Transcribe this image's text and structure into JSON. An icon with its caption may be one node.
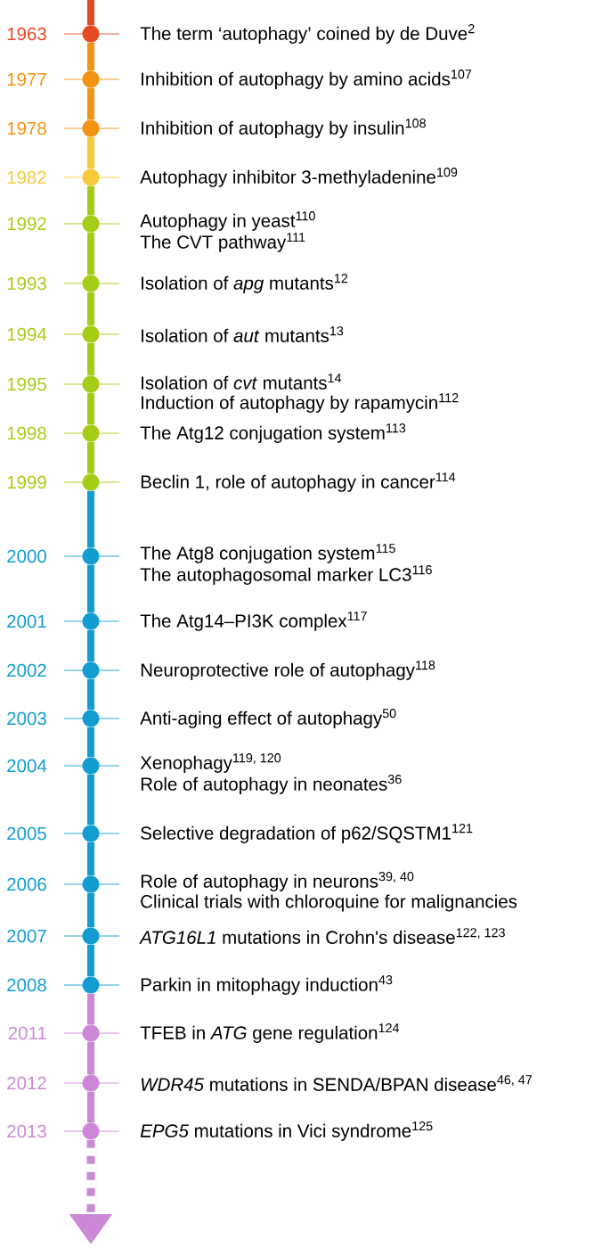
{
  "diagram": {
    "nodes": [
      {
        "text": [],
        "shape": "circle",
        "beside": [
          "1963",
          "The term ‘autophagy’ coined by de Duve$^{2}$"
        ]
      },
      {
        "text": [],
        "shape": "circle",
        "beside": [
          "1977",
          "Inhibition of autophagy by amino acids$^{107}$"
        ]
      },
      {
        "text": [],
        "shape": "circle",
        "beside": [
          "1978",
          "Inhibition of autophagy by insulin$^{108}$"
        ]
      },
      {
        "text": [],
        "shape": "circle",
        "beside": [
          "1982",
          "Autophagy inhibitor 3-methyladenine$^{109}$"
        ]
      },
      {
        "text": [],
        "shape": "circle",
        "beside": [
          "1992",
          "Autophagy in yeast$^{110}$",
          "The CVT pathway$^{111}$"
        ]
      },
      {
        "text": [],
        "shape": "circle",
        "beside": [
          "1993",
          "Isolation of *apg* mutants$^{12}$"
        ]
      },
      {
        "text": [],
        "shape": "circle",
        "beside": [
          "1994",
          "Isolation of *aut* mutants$^{13}$"
        ]
      },
      {
        "text": [],
        "shape": "circle",
        "beside": [
          "1995",
          "Isolation of *cvt* mutants$^{14}$",
          "Induction of autophagy by rapamycin$^{112}$"
        ]
      },
      {
        "text": [],
        "shape": "circle",
        "beside": [
          "1998",
          "The Atg12 conjugation system$^{113}$"
        ]
      },
      {
        "text": [],
        "shape": "circle",
        "beside": [
          "1999",
          "Beclin 1, role of autophagy in cancer$^{114}$"
        ]
      },
      {
        "text": [],
        "shape": "circle",
        "beside": [
          "2000",
          "The Atg8 conjugation system$^{115}$",
          "The autophagosomal marker LC3$^{116}$"
        ]
      },
      {
        "text": [],
        "shape": "circle",
        "beside": [
          "2001",
          "The Atg14–PI3K complex$^{117}$"
        ]
      },
      {
        "text": [],
        "shape": "circle",
        "beside": [
          "2002",
          "Neuroprotective role of autophagy$^{118}$"
        ]
      },
      {
        "text": [],
        "shape": "circle",
        "beside": [
          "2003",
          "Anti-aging effect of autophagy$^{50}$"
        ]
      },
      {
        "text": [],
        "shape": "circle",
        "beside": [
          "2004",
          "Xenophagy$^{119, 120}$",
          "Role of autophagy in neonates$^{36}$"
        ]
      },
      {
        "text": [],
        "shape": "circle",
        "beside": [
          "2005",
          "Selective degradation of p62/SQSTM1$^{121}$"
        ]
      },
      {
        "text": [],
        "shape": "circle",
        "beside": [
          "2006",
          "Role of autophagy in neurons$^{39, 40}$",
          "Clinical trials with chloroquine for malignancies"
        ]
      },
      {
        "text": [],
        "shape": "circle",
        "beside": [
          "2007",
          "*ATG16L1* mutations in Crohn's disease$^{122, 123}$"
        ]
      },
      {
        "text": [],
        "shape": "circle",
        "beside": [
          "2008",
          "Parkin in mitophagy induction$^{43}$"
        ]
      },
      {
        "text": [],
        "shape": "circle",
        "beside": [
          "2011",
          "TFEB in *ATG* gene regulation$^{124}$"
        ]
      },
      {
        "text": [],
        "shape": "circle",
        "beside": [
          "2012",
          "*WDR45* mutations in SENDA/BPAN disease$^{46, 47}$"
        ]
      },
      {
        "text": [],
        "shape": "circle",
        "beside": [
          "2013",
          "*EPG5* mutations in Vici syndrome$^{125}$"
        ]
      }
    ],
    "edges": [
      {
        "from": null,
        "to": 0,
        "arrow": "none",
        "color": "#e64a24"
      },
      {
        "from": 0,
        "to": 1,
        "arrow": "none",
        "color": "#f29312"
      },
      {
        "from": 1,
        "to": 2,
        "arrow": "none",
        "color": "#f29312"
      },
      {
        "from": 2,
        "to": 3,
        "arrow": "none",
        "color": "#f9c93c"
      },
      {
        "from": 3,
        "to": 4,
        "arrow": "none",
        "color": "#a6cd16"
      },
      {
        "from": 4,
        "to": 5,
        "arrow": "none",
        "color": "#a6cd16"
      },
      {
        "from": 5,
        "to": 6,
        "arrow": "none",
        "color": "#a6cd16"
      },
      {
        "from": 6,
        "to": 7,
        "arrow": "none",
        "color": "#a6cd16"
      },
      {
        "from": 7,
        "to": 8,
        "arrow": "none",
        "color": "#a6cd16"
      },
      {
        "from": 8,
        "to": 9,
        "arrow": "none",
        "color": "#a6cd16"
      },
      {
        "from": 9,
        "to": 10,
        "arrow": "none",
        "color": "#119dd0"
      },
      {
        "from": 10,
        "to": 11,
        "arrow": "none",
        "color": "#119dd0"
      },
      {
        "from": 11,
        "to": 12,
        "arrow": "none",
        "color": "#119dd0"
      },
      {
        "from": 12,
        "to": 13,
        "arrow": "none",
        "color": "#119dd0"
      },
      {
        "from": 13,
        "to": 14,
        "arrow": "none",
        "color": "#119dd0"
      },
      {
        "from": 14,
        "to": 15,
        "arrow": "none",
        "color": "#119dd0"
      },
      {
        "from": 15,
        "to": 16,
        "arrow": "none",
        "color": "#119dd0"
      },
      {
        "from": 16,
        "to": 17,
        "arrow": "none",
        "color": "#119dd0"
      },
      {
        "from": 17,
        "to": 18,
        "arrow": "none",
        "color": "#119dd0"
      },
      {
        "from": 18,
        "to": 19,
        "arrow": "none",
        "color": "#cc88d6"
      },
      {
        "from": 19,
        "to": 20,
        "arrow": "none",
        "color": "#cc88d6"
      },
      {
        "from": 20,
        "to": 21,
        "arrow": "none",
        "color": "#cc88d6"
      },
      {
        "from": 21,
        "to": null,
        "arrow": "to",
        "style": "dashed",
        "color": "#cc88d6"
      }
    ]
  }
}
